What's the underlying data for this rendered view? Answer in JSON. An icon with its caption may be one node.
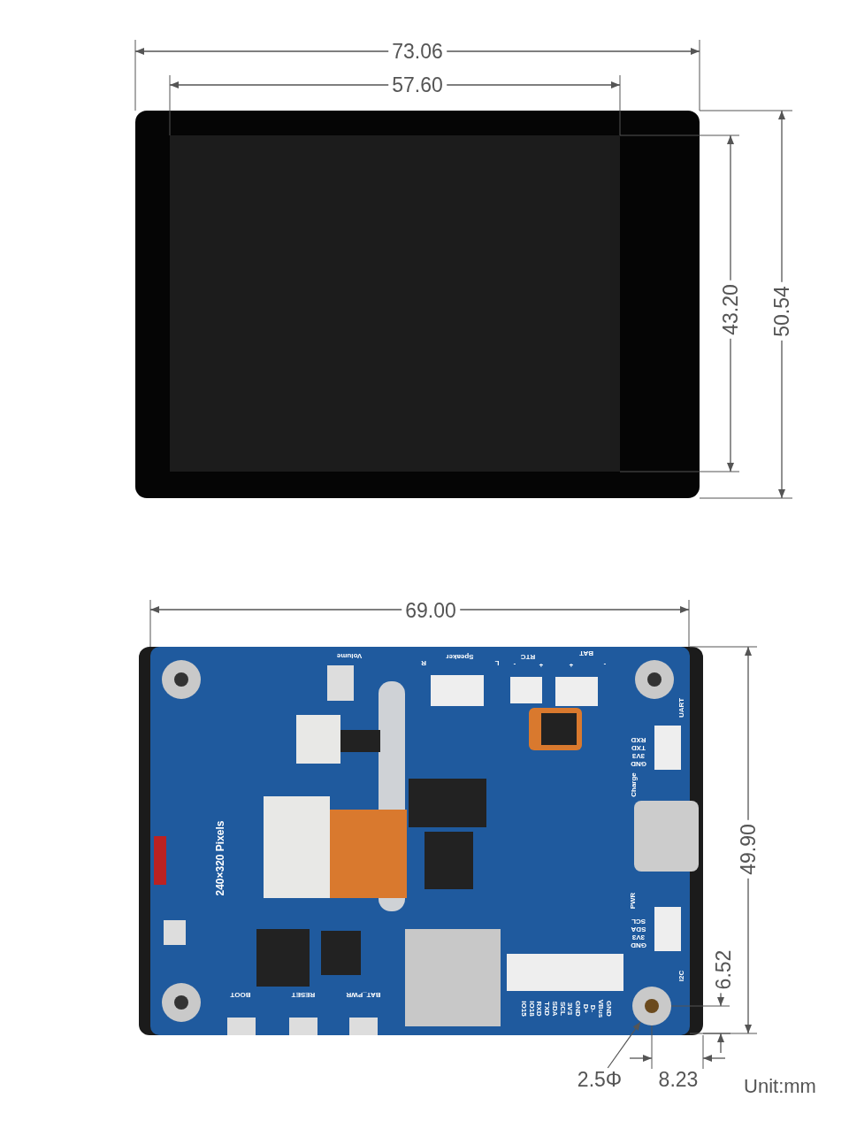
{
  "diagram": {
    "nodes": [
      {
        "text": [
          "2.5Φ"
        ]
      },
      {
        "text": [],
        "shape": "circle"
      }
    ],
    "edges": [
      {
        "from": 0,
        "to": 1,
        "arrow": "to"
      }
    ],
    "labels": [
      "73.06",
      "57.60",
      "43.20",
      "50.54",
      "69.00",
      "Volume",
      "Speaker",
      "R",
      "L",
      "RTC",
      "-",
      "+",
      "BAT",
      "+",
      "-",
      "UART",
      "RXD",
      "TXD",
      "3V3",
      "GND",
      "Charge",
      "240×320 Pixels",
      "PWR",
      "SCL",
      "SDA",
      "3V3",
      "GND",
      "I2C",
      "49.90",
      "6.52",
      "BOOT",
      "RESET",
      "BAT_PWR",
      "IO15",
      "IO18",
      "RXD",
      "TXD",
      "SDA",
      "SCL",
      "3V3",
      "GND",
      "D+",
      "D-",
      "VBus",
      "GND",
      "8.23",
      "Unit:mm"
    ]
  }
}
